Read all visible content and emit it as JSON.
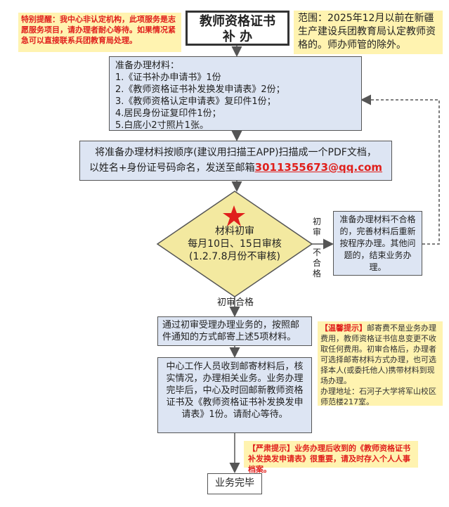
{
  "notice": {
    "prefix": "特别提醒：",
    "text": "我中心非认定机构，此项服务是志愿服务项目，请办理者耐心等待。如果情况紧急可以直接联系兵团教育局处理。"
  },
  "title": {
    "line1": "教师资格证书",
    "line2": "补 办"
  },
  "scope": "范围：2025年12月以前在新疆生产建设兵团教育局认定教师资格的。师办师管的除外。",
  "materials": {
    "heading": "准备办理材料：",
    "items": [
      "1.《证书补办申请书》1份",
      "2.《教师资格证书补发换发申请表》2份；",
      "3.《教师资格认定申请表》复印件1份；",
      "4.居民身份证复印件1份；",
      "5.白底小2寸照片1张。"
    ]
  },
  "send": {
    "line1": "将准备办理材料按顺序(建议用扫描王APP)扫描成一个PDF文档，",
    "line2_prefix": "以姓名+身份证号码命名，发送至邮箱",
    "email": "3011355673@qq.com"
  },
  "review": {
    "line1": "材料初审",
    "line2": "每月10日、15日审核",
    "line3": "(1.2.7.8月份不审核)"
  },
  "fail": {
    "label": "初审不合格",
    "chars": [
      "初",
      "审",
      "不",
      "合",
      "格"
    ],
    "box": "准备办理材料不合格的，完善材料后重新按程序办理。其他问题的，结束业务办理。"
  },
  "pass_label": "初审合格",
  "mail_step": "通过初审受理办理业务的，按照邮件通知的方式邮寄上述5项材料。",
  "tip": {
    "prefix": "【温馨提示】",
    "text": "邮寄费不是业务办理费用，教师资格证书信息变更不收取任何费用。初审合格后，办理者可选择邮寄材料方式办理，也可选择本人(或委托他人)携带材料到现场办理。",
    "address": "办理地址：石河子大学将军山校区师范楼217室。"
  },
  "process_step": "中心工作人员收到邮寄材料后，核实情况，办理相关业务。业务办理完毕后，中心及时回邮新教师资格证书及《教师资格证书补发换发申请表》1份。请耐心等待。",
  "warning": {
    "prefix": "【严肃提示】",
    "text": "业务办理后收到的《教师资格证书补发换发申请表》很重要，请及时存入个人人事档案。"
  },
  "end": "业务完毕",
  "colors": {
    "accent_red": "#e0201c",
    "note_yellow": "#fff3b0",
    "step_blue": "#dde5f3",
    "diamond": "#f3e9a0"
  }
}
